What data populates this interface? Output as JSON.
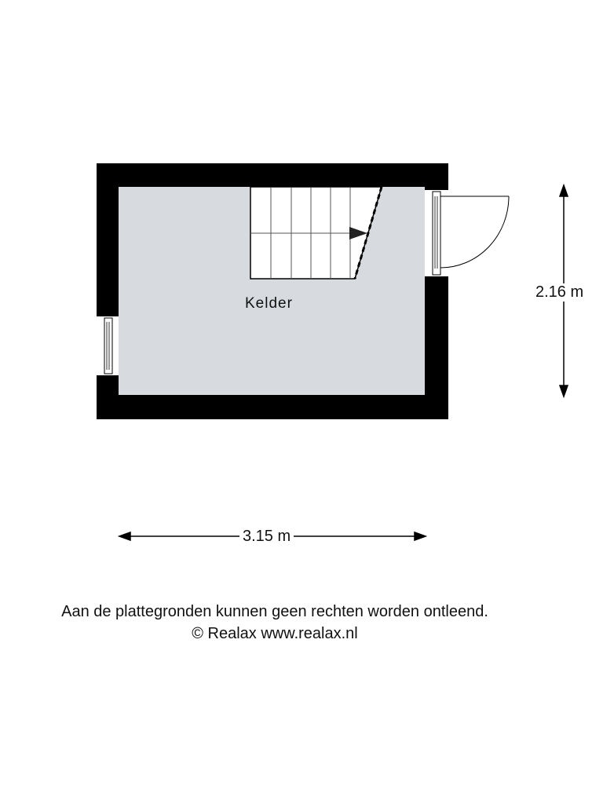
{
  "room": {
    "name": "Kelder"
  },
  "dimensions": {
    "height": "2.16 m",
    "width": "3.15 m"
  },
  "disclaimer": {
    "line1": "Aan de plattegronden kunnen geen rechten worden ontleend.",
    "line2": "© Realax www.realax.nl"
  },
  "colors": {
    "wall": "#000000",
    "floor": "#d7dbe0"
  }
}
